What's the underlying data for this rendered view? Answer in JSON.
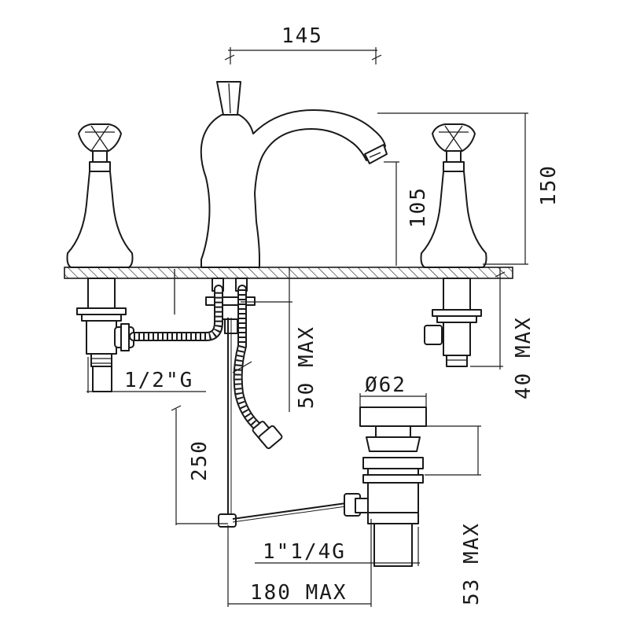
{
  "dimensions": {
    "spacing_top": "145",
    "overall_height": "150",
    "spout_height": "105",
    "hose_max": "50 MAX",
    "deck_max": "40 MAX",
    "inlet_thread": "1/2\"G",
    "waste_diameter": "Ø62",
    "hose_length": "250",
    "waste_max": "53 MAX",
    "waste_thread": "1\"1/4G",
    "rod_max": "180 MAX"
  }
}
